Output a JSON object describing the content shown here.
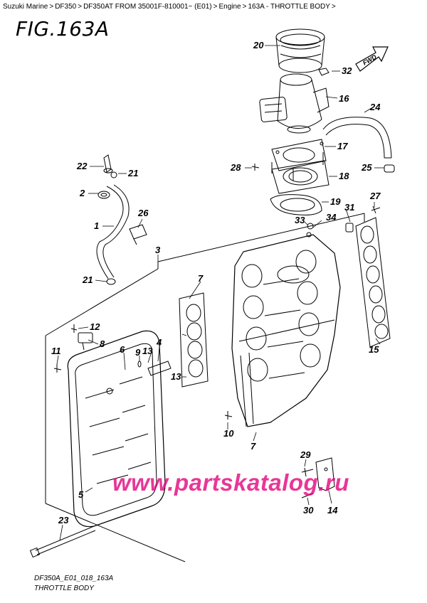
{
  "breadcrumb": [
    {
      "label": "Suzuki Marine"
    },
    {
      "label": "DF350"
    },
    {
      "label": "DF350AT FROM 35001F-810001~ (E01)"
    },
    {
      "label": "Engine"
    },
    {
      "label": "163A - THROTTLE BODY"
    }
  ],
  "breadcrumb_sep": ">",
  "figure": {
    "title": "FIG.163A"
  },
  "direction": {
    "label": "FWD"
  },
  "callouts": [
    "20",
    "32",
    "16",
    "24",
    "17",
    "28",
    "18",
    "25",
    "22",
    "21",
    "2",
    "27",
    "19",
    "31",
    "26",
    "33",
    "34",
    "1",
    "3",
    "21",
    "7",
    "15",
    "12",
    "8",
    "11",
    "9",
    "4",
    "6",
    "13",
    "5",
    "13",
    "10",
    "7",
    "29",
    "14",
    "30",
    "23"
  ],
  "footer": {
    "code": "DF350A_E01_018_163A",
    "caption": "THROTTLE BODY"
  },
  "watermark": "www.partskatalog.ru"
}
